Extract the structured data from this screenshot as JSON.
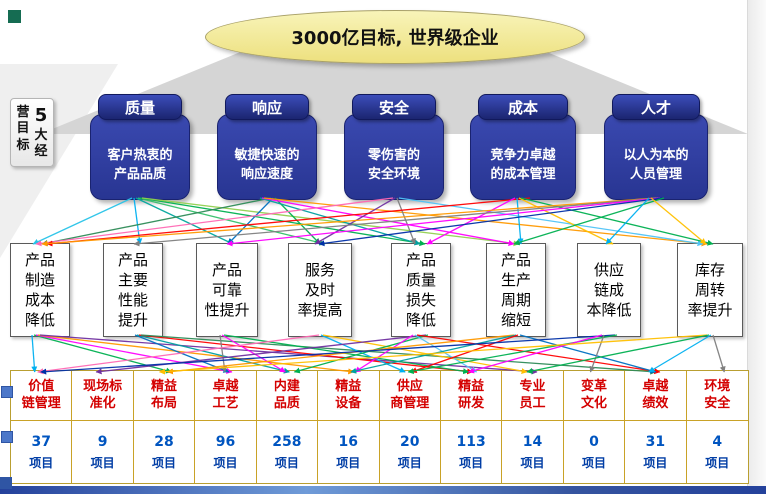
{
  "title": {
    "text": "3000亿目标, 世界级企业"
  },
  "side_label": {
    "left": "营目标",
    "right": "5大经"
  },
  "goals": [
    {
      "label": "质量",
      "desc": "客户热衷的\n产品品质"
    },
    {
      "label": "响应",
      "desc": "敏捷快速的\n响应速度"
    },
    {
      "label": "安全",
      "desc": "零伤害的\n安全环境"
    },
    {
      "label": "成本",
      "desc": "竞争力卓越\n的成本管理"
    },
    {
      "label": "人才",
      "desc": "以人为本的\n人员管理"
    }
  ],
  "metrics": [
    {
      "text": "产品\n制造\n成本\n降低"
    },
    {
      "text": "产品\n主要\n性能\n提升"
    },
    {
      "text": "产品\n可靠\n性提升"
    },
    {
      "text": "服务\n及时\n率提高"
    },
    {
      "text": "产品\n质量\n损失\n降低"
    },
    {
      "text": "产品\n生产\n周期\n缩短"
    },
    {
      "text": "供应\n链成\n本降低"
    },
    {
      "text": "库存\n周转\n率提升"
    }
  ],
  "programs": [
    {
      "name": "价值\n链管理",
      "count": "37",
      "unit": "项目"
    },
    {
      "name": "现场标\n准化",
      "count": "9",
      "unit": "项目"
    },
    {
      "name": "精益\n布局",
      "count": "28",
      "unit": "项目"
    },
    {
      "name": "卓越\n工艺",
      "count": "96",
      "unit": "项目"
    },
    {
      "name": "内建\n品质",
      "count": "258",
      "unit": "项目"
    },
    {
      "name": "精益\n设备",
      "count": "16",
      "unit": "项目"
    },
    {
      "name": "供应\n商管理",
      "count": "20",
      "unit": "项目"
    },
    {
      "name": "精益\n研发",
      "count": "113",
      "unit": "项目"
    },
    {
      "name": "专业\n员工",
      "count": "14",
      "unit": "项目"
    },
    {
      "name": "变革\n文化",
      "count": "0",
      "unit": "项目"
    },
    {
      "name": "卓越\n绩效",
      "count": "31",
      "unit": "项目"
    },
    {
      "name": "环境\n安全",
      "count": "4",
      "unit": "项目"
    }
  ],
  "palette": {
    "goal_header": "#1B2570",
    "goal_body": "#2E3C9E",
    "title_fill": "#F4EFA6",
    "program_name": "#D40000",
    "program_count": "#0055C0",
    "table_border": "#C9A227"
  },
  "connections": {
    "goal_to_metric": [
      {
        "from": 0,
        "to": 0,
        "color": "#27C3E8"
      },
      {
        "from": 0,
        "to": 1,
        "color": "#00B0F0"
      },
      {
        "from": 0,
        "to": 2,
        "color": "#00A79D"
      },
      {
        "from": 0,
        "to": 3,
        "color": "#35C06A"
      },
      {
        "from": 0,
        "to": 4,
        "color": "#00B050"
      },
      {
        "from": 0,
        "to": 5,
        "color": "#92D050"
      },
      {
        "from": 1,
        "to": 0,
        "color": "#2E8B57"
      },
      {
        "from": 1,
        "to": 2,
        "color": "#0070C0"
      },
      {
        "from": 1,
        "to": 3,
        "color": "#00B050"
      },
      {
        "from": 1,
        "to": 4,
        "color": "#00A0A0"
      },
      {
        "from": 1,
        "to": 5,
        "color": "#FF00FF"
      },
      {
        "from": 1,
        "to": 7,
        "color": "#FF9900"
      },
      {
        "from": 2,
        "to": 0,
        "color": "#FF69B4"
      },
      {
        "from": 2,
        "to": 3,
        "color": "#7030A0"
      },
      {
        "from": 2,
        "to": 4,
        "color": "#808080"
      },
      {
        "from": 2,
        "to": 7,
        "color": "#4FC3F7"
      },
      {
        "from": 3,
        "to": 0,
        "color": "#FF0000"
      },
      {
        "from": 3,
        "to": 4,
        "color": "#FF00FF"
      },
      {
        "from": 3,
        "to": 5,
        "color": "#00B0F0"
      },
      {
        "from": 3,
        "to": 6,
        "color": "#FFC000"
      },
      {
        "from": 3,
        "to": 7,
        "color": "#00B050"
      },
      {
        "from": 4,
        "to": 0,
        "color": "#FF9900"
      },
      {
        "from": 4,
        "to": 1,
        "color": "#808080"
      },
      {
        "from": 4,
        "to": 2,
        "color": "#FF00FF"
      },
      {
        "from": 4,
        "to": 3,
        "color": "#002FA7"
      },
      {
        "from": 4,
        "to": 5,
        "color": "#00B050"
      },
      {
        "from": 4,
        "to": 6,
        "color": "#00B0F0"
      },
      {
        "from": 4,
        "to": 7,
        "color": "#FFC000"
      }
    ],
    "metric_to_program": [
      {
        "from": 0,
        "to": 0,
        "color": "#00B0F0"
      },
      {
        "from": 0,
        "to": 2,
        "color": "#00B050"
      },
      {
        "from": 0,
        "to": 3,
        "color": "#FF00FF"
      },
      {
        "from": 0,
        "to": 5,
        "color": "#FF9900"
      },
      {
        "from": 0,
        "to": 8,
        "color": "#7030A0"
      },
      {
        "from": 1,
        "to": 3,
        "color": "#0070C0"
      },
      {
        "from": 1,
        "to": 4,
        "color": "#00A0A0"
      },
      {
        "from": 1,
        "to": 7,
        "color": "#FF0000"
      },
      {
        "from": 1,
        "to": 10,
        "color": "#2E8B57"
      },
      {
        "from": 2,
        "to": 3,
        "color": "#808080"
      },
      {
        "from": 2,
        "to": 4,
        "color": "#FF00FF"
      },
      {
        "from": 2,
        "to": 7,
        "color": "#00B050"
      },
      {
        "from": 3,
        "to": 0,
        "color": "#FF69B4"
      },
      {
        "from": 3,
        "to": 6,
        "color": "#00B0F0"
      },
      {
        "from": 3,
        "to": 8,
        "color": "#FFC000"
      },
      {
        "from": 4,
        "to": 1,
        "color": "#7030A0"
      },
      {
        "from": 4,
        "to": 4,
        "color": "#00B050"
      },
      {
        "from": 4,
        "to": 5,
        "color": "#FF00FF"
      },
      {
        "from": 4,
        "to": 7,
        "color": "#4FC3F7"
      },
      {
        "from": 4,
        "to": 10,
        "color": "#FF0000"
      },
      {
        "from": 5,
        "to": 2,
        "color": "#FF9900"
      },
      {
        "from": 5,
        "to": 5,
        "color": "#00A0A0"
      },
      {
        "from": 5,
        "to": 6,
        "color": "#FF0000"
      },
      {
        "from": 5,
        "to": 10,
        "color": "#0070C0"
      },
      {
        "from": 6,
        "to": 0,
        "color": "#002FA7"
      },
      {
        "from": 6,
        "to": 6,
        "color": "#00B050"
      },
      {
        "from": 6,
        "to": 7,
        "color": "#FF00FF"
      },
      {
        "from": 6,
        "to": 9,
        "color": "#808080"
      },
      {
        "from": 7,
        "to": 2,
        "color": "#FFC000"
      },
      {
        "from": 7,
        "to": 8,
        "color": "#00B050"
      },
      {
        "from": 7,
        "to": 10,
        "color": "#00B0F0"
      },
      {
        "from": 7,
        "to": 11,
        "color": "#808080"
      }
    ]
  }
}
